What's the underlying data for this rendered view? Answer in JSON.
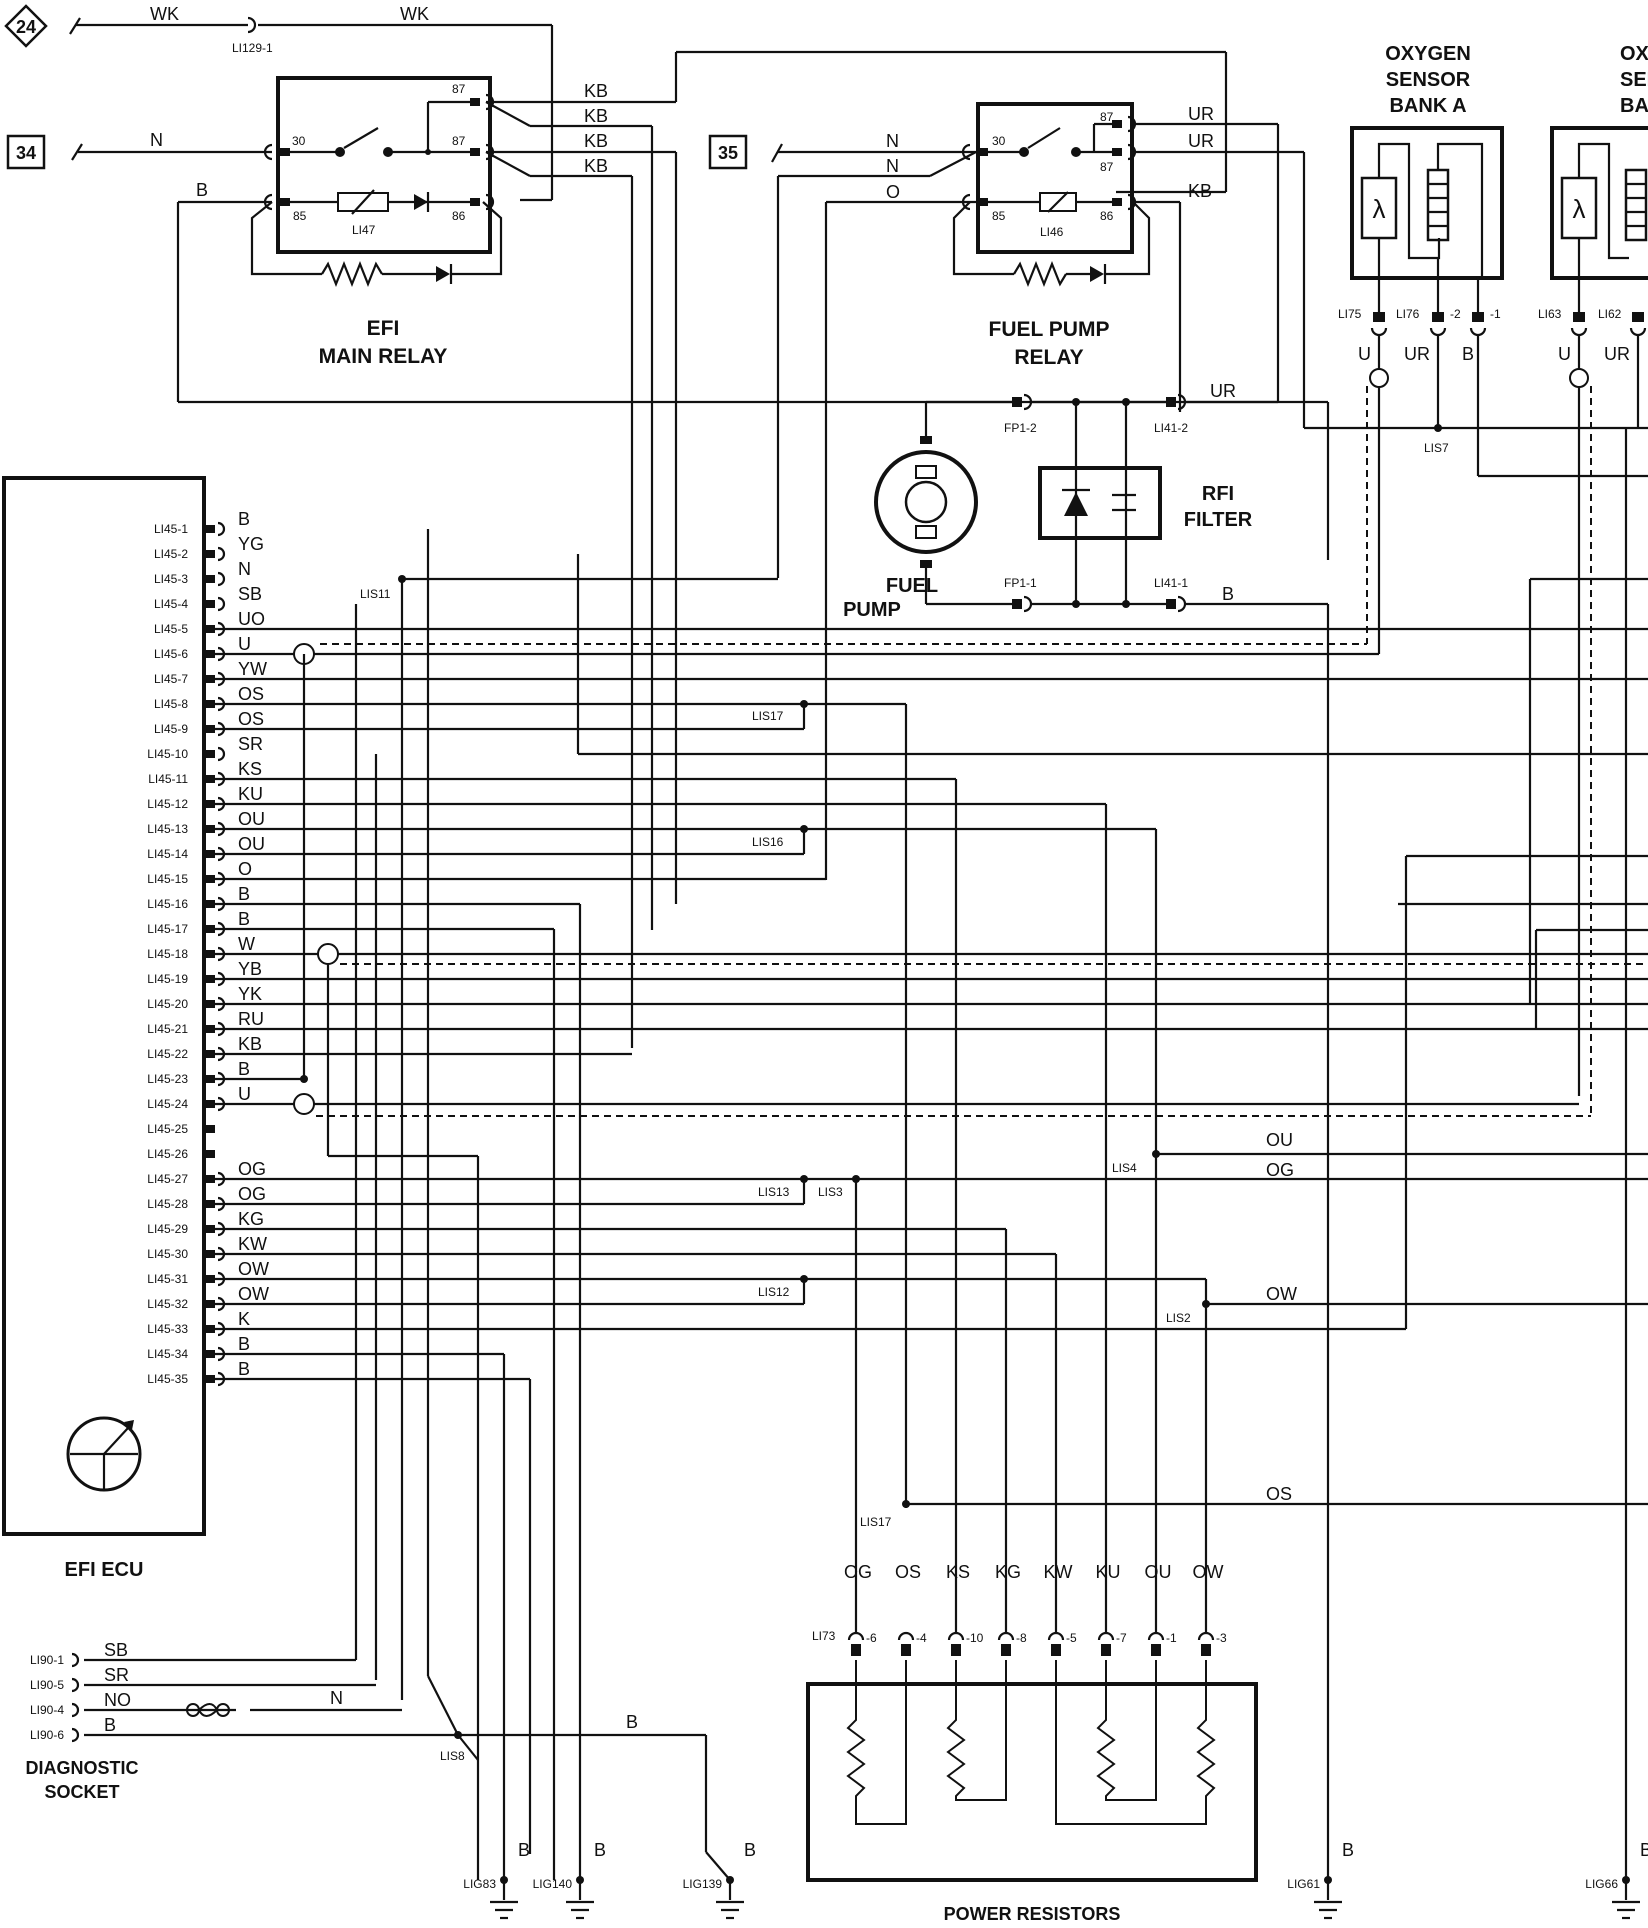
{
  "refs": {
    "ref24": "24",
    "ref34": "34",
    "ref35": "35"
  },
  "titles": {
    "efi_main_relay_1": "EFI",
    "efi_main_relay_2": "MAIN RELAY",
    "fuel_pump_relay_1": "FUEL PUMP",
    "fuel_pump_relay_2": "RELAY",
    "fuel_pump_1": "FUEL",
    "fuel_pump_2": "PUMP",
    "rfi_filter_1": "RFI",
    "rfi_filter_2": "FILTER",
    "o2a_1": "OXYGEN",
    "o2a_2": "SENSOR",
    "o2a_3": "BANK A",
    "o2b_1": "OXYGEN",
    "o2b_2": "SENSOR",
    "o2b_3": "BANK B",
    "efi_ecu": "EFI ECU",
    "diag_1": "DIAGNOSTIC",
    "diag_2": "SOCKET",
    "power_resistors": "POWER RESISTORS"
  },
  "connectors": {
    "li129": "LI129-1",
    "li47": "LI47",
    "li46": "LI46",
    "fp1_2": "FP1-2",
    "fp1_1": "FP1-1",
    "li41_2": "LI41-2",
    "li41_1": "LI41-1",
    "li75": "LI75",
    "li76": "LI76",
    "li76_2": "-2",
    "li76_1": "-1",
    "li63": "LI63",
    "li62": "LI62",
    "lis7": "LIS7",
    "lis11": "LIS11",
    "lis17a": "LIS17",
    "lis16": "LIS16",
    "lis13": "LIS13",
    "lis3": "LIS3",
    "lis4": "LIS4",
    "lis12": "LIS12",
    "lis2": "LIS2",
    "lis17b": "LIS17",
    "lis8": "LIS8",
    "li73": "LI73",
    "lig83": "LIG83",
    "lig140": "LIG140",
    "lig139": "LIG139",
    "lig61": "LIG61",
    "lig66": "LIG66"
  },
  "relay_pins": {
    "p30": "30",
    "p87a": "87",
    "p87b": "87",
    "p85": "85",
    "p86": "86"
  },
  "wires_top": {
    "wk1": "WK",
    "wk2": "WK",
    "n34": "N",
    "b_relay": "B",
    "kb1": "KB",
    "kb2": "KB",
    "kb3": "KB",
    "kb4": "KB",
    "n35a": "N",
    "n35b": "N",
    "o35": "O",
    "ur1": "UR",
    "ur2": "UR",
    "kb_fp": "KB",
    "ur_filter": "UR",
    "b_filter": "B",
    "o2_u_a": "U",
    "o2_ur_a": "UR",
    "o2_b_a": "B",
    "o2_u_b": "U",
    "o2_ur_b": "UR"
  },
  "ecu_pins": [
    {
      "pin": "LI45-1",
      "wire": "B"
    },
    {
      "pin": "LI45-2",
      "wire": "YG"
    },
    {
      "pin": "LI45-3",
      "wire": "N"
    },
    {
      "pin": "LI45-4",
      "wire": "SB"
    },
    {
      "pin": "LI45-5",
      "wire": "UO"
    },
    {
      "pin": "LI45-6",
      "wire": "U"
    },
    {
      "pin": "LI45-7",
      "wire": "YW"
    },
    {
      "pin": "LI45-8",
      "wire": "OS"
    },
    {
      "pin": "LI45-9",
      "wire": "OS"
    },
    {
      "pin": "LI45-10",
      "wire": "SR"
    },
    {
      "pin": "LI45-11",
      "wire": "KS"
    },
    {
      "pin": "LI45-12",
      "wire": "KU"
    },
    {
      "pin": "LI45-13",
      "wire": "OU"
    },
    {
      "pin": "LI45-14",
      "wire": "OU"
    },
    {
      "pin": "LI45-15",
      "wire": "O"
    },
    {
      "pin": "LI45-16",
      "wire": "B"
    },
    {
      "pin": "LI45-17",
      "wire": "B"
    },
    {
      "pin": "LI45-18",
      "wire": "W"
    },
    {
      "pin": "LI45-19",
      "wire": "YB"
    },
    {
      "pin": "LI45-20",
      "wire": "YK"
    },
    {
      "pin": "LI45-21",
      "wire": "RU"
    },
    {
      "pin": "LI45-22",
      "wire": "KB"
    },
    {
      "pin": "LI45-23",
      "wire": "B"
    },
    {
      "pin": "LI45-24",
      "wire": "U"
    },
    {
      "pin": "LI45-25",
      "wire": ""
    },
    {
      "pin": "LI45-26",
      "wire": ""
    },
    {
      "pin": "LI45-27",
      "wire": "OG"
    },
    {
      "pin": "LI45-28",
      "wire": "OG"
    },
    {
      "pin": "LI45-29",
      "wire": "KG"
    },
    {
      "pin": "LI45-30",
      "wire": "KW"
    },
    {
      "pin": "LI45-31",
      "wire": "OW"
    },
    {
      "pin": "LI45-32",
      "wire": "OW"
    },
    {
      "pin": "LI45-33",
      "wire": "K"
    },
    {
      "pin": "LI45-34",
      "wire": "B"
    },
    {
      "pin": "LI45-35",
      "wire": "B"
    }
  ],
  "right_wires": {
    "ou": "OU",
    "og": "OG",
    "ow": "OW",
    "os": "OS"
  },
  "diag_pins": [
    {
      "pin": "LI90-1",
      "wire": "SB"
    },
    {
      "pin": "LI90-5",
      "wire": "SR"
    },
    {
      "pin": "LI90-4",
      "wire": "NO"
    },
    {
      "pin": "LI90-6",
      "wire": "B"
    }
  ],
  "diag_extra": {
    "n": "N",
    "b": "B"
  },
  "resistor_wires": [
    "OG",
    "OS",
    "KS",
    "KG",
    "KW",
    "KU",
    "OU",
    "OW"
  ],
  "resistor_pins": [
    "-6",
    "-4",
    "-10",
    "-8",
    "-5",
    "-7",
    "-1",
    "-3"
  ],
  "ground_wires": {
    "g83": "B",
    "g140": "B",
    "g139": "B",
    "g61": "B",
    "g66": "B"
  }
}
